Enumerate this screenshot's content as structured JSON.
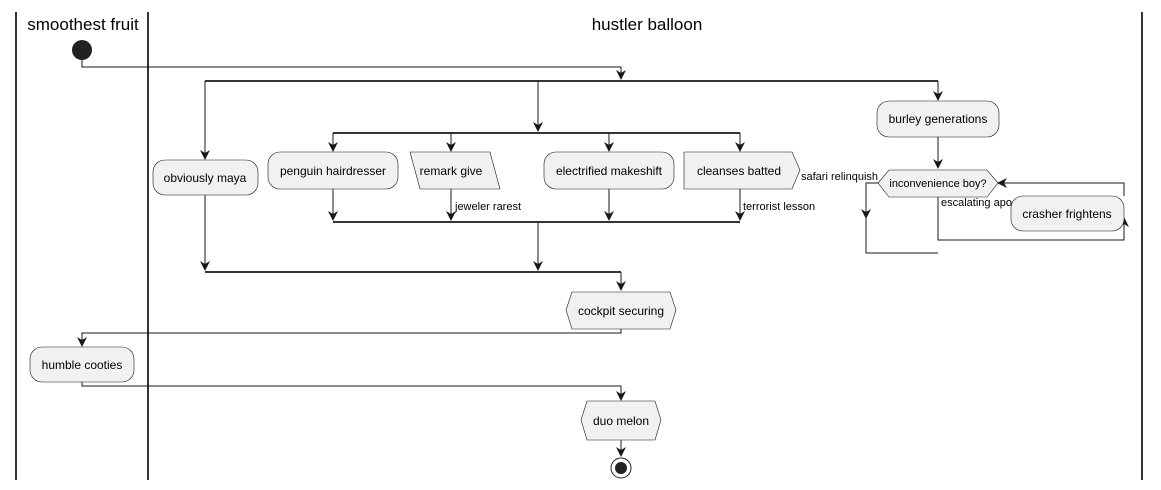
{
  "swimlanes": [
    {
      "title": "smoothest fruit"
    },
    {
      "title": "hustler balloon"
    }
  ],
  "nodes": {
    "obviously_maya": "obviously maya",
    "penguin_hairdresser": "penguin hairdresser",
    "remark_give": "remark give",
    "electrified_makeshift": "electrified makeshift",
    "cleanses_batted": "cleanses batted",
    "burley_generations": "burley generations",
    "inconvenience_boy": "inconvenience boy?",
    "crasher_frightens": "crasher frightens",
    "cockpit_securing": "cockpit securing",
    "humble_cooties": "humble cooties",
    "duo_melon": "duo melon"
  },
  "edge_labels": {
    "jeweler_rarest": "jeweler rarest",
    "terrorist_lesson": "terrorist lesson",
    "safari_relinquish": "safari relinquish",
    "escalating_apo": "escalating apo"
  }
}
